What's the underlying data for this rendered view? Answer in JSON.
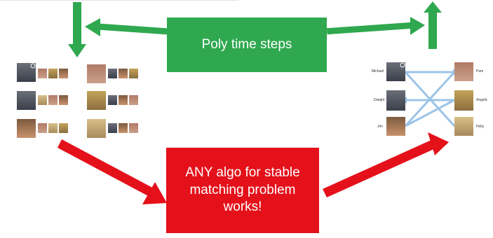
{
  "green_box": {
    "text": "Poly time steps"
  },
  "red_box": {
    "text": "ANY algo for stable\nmatching problem\nworks!"
  },
  "right_graph": {
    "left_names": [
      "Michael",
      "Dwight",
      "Jim"
    ],
    "right_names": [
      "Pam",
      "Angela",
      "Holly"
    ]
  },
  "colors": {
    "green": "#2fa84f",
    "red": "#e4101a",
    "edge": "#9cc3e8"
  },
  "icons": {
    "top_left_arrow": "arrow-down-icon",
    "top_right_arrow": "arrow-up-icon",
    "left_green_arrow": "arrow-left-icon",
    "right_green_arrow": "arrow-right-icon",
    "left_red_arrow": "arrow-diagonal-down-right-icon",
    "right_red_arrow": "arrow-diagonal-up-right-icon",
    "photo": "portrait-photo-icon"
  }
}
